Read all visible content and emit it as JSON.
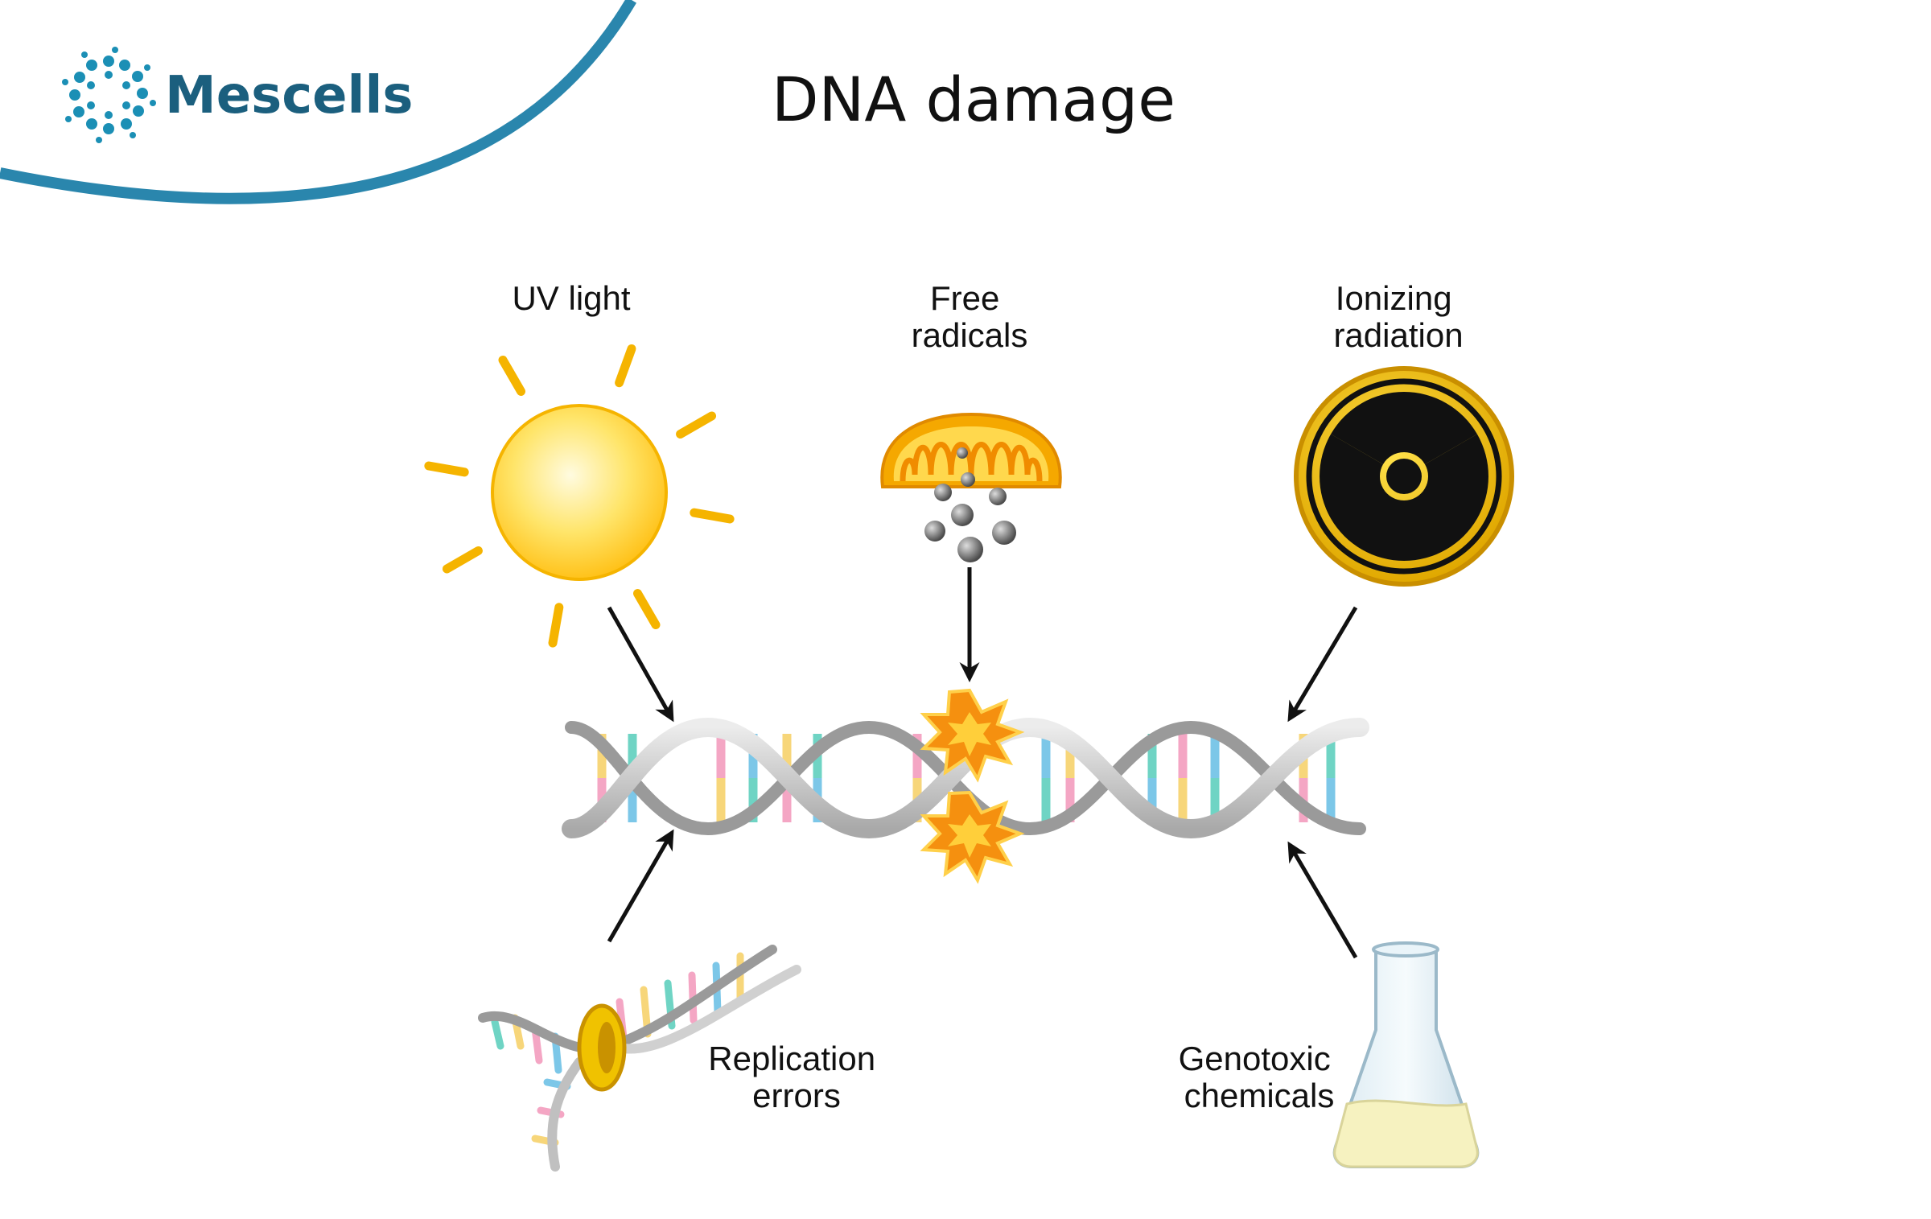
{
  "brand": {
    "name": "Mescells",
    "color": "#1b5f7e",
    "accent": "#2a86ad"
  },
  "title": "DNA damage",
  "sources": {
    "uv_light": {
      "label": [
        "UV light"
      ],
      "icon": "sun-icon"
    },
    "free_radicals": {
      "label": [
        "Free",
        "radicals"
      ],
      "icon": "mitochondrion-icon"
    },
    "ionizing_radiation": {
      "label": [
        "Ionizing",
        "radiation"
      ],
      "icon": "radiation-icon"
    },
    "replication_errors": {
      "label": [
        "Replication",
        "errors"
      ],
      "icon": "replication-fork-icon"
    },
    "genotoxic_chemicals": {
      "label": [
        "Genotoxic",
        "chemicals"
      ],
      "icon": "flask-icon"
    }
  },
  "center": {
    "icon": "dna-helix-icon",
    "damage_icon": "explosion-burst-icon"
  },
  "colors": {
    "sun": "#ffd21c",
    "sun_ray": "#f5b400",
    "radiation": "#f2c400",
    "burst": "#f5900f",
    "base_pink": "#f4a6c4",
    "base_yellow": "#f7d67a",
    "base_teal": "#6fd4c4",
    "base_blue": "#7cc7e8"
  }
}
